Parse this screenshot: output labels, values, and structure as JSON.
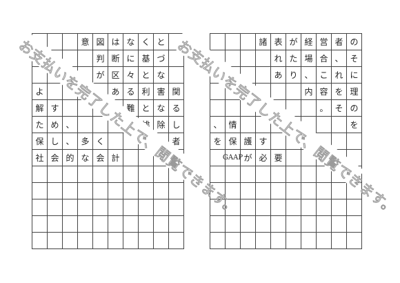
{
  "sheets": [
    {
      "id": "left",
      "rows": [
        [
          "",
          "",
          "",
          "意",
          "図",
          "は",
          "な",
          "く",
          "と",
          ""
        ],
        [
          "",
          "",
          "",
          "",
          "判",
          "断",
          "に",
          "基",
          "づ",
          ""
        ],
        [
          "",
          "",
          "",
          "",
          "が",
          "区",
          "々",
          "と",
          "な",
          ""
        ],
        [
          "よ",
          "",
          "",
          "",
          "",
          "あ",
          "る",
          "利",
          "害",
          "関"
        ],
        [
          "解",
          "す",
          "",
          "",
          "",
          "",
          "難",
          "と",
          "な",
          "る"
        ],
        [
          "た",
          "め",
          "、",
          "",
          "",
          "",
          "",
          "排",
          "除",
          "し"
        ],
        [
          "保",
          "し",
          "、",
          "多",
          "く",
          "",
          "",
          "",
          "",
          "者"
        ],
        [
          "社",
          "会",
          "的",
          "な",
          "会",
          "計",
          "",
          "",
          "",
          ""
        ],
        [
          "",
          "",
          "",
          "",
          "",
          "",
          "",
          "",
          "",
          ""
        ],
        [
          "",
          "",
          "",
          "",
          "",
          "",
          "",
          "",
          "",
          ""
        ],
        [
          "",
          "",
          "",
          "",
          "",
          "",
          "",
          "",
          "",
          ""
        ],
        [
          "",
          "",
          "",
          "",
          "",
          "",
          "",
          "",
          "",
          ""
        ],
        [
          "",
          "",
          "",
          "",
          "",
          "",
          "",
          "",
          "",
          ""
        ]
      ]
    },
    {
      "id": "right",
      "rows": [
        [
          "",
          "",
          "",
          "諸",
          "表",
          "が",
          "経",
          "営",
          "者",
          "の"
        ],
        [
          "",
          "",
          "",
          "",
          "れ",
          "た",
          "場",
          "合",
          "、",
          "そ"
        ],
        [
          "",
          "",
          "",
          "",
          "あ",
          "り",
          "、",
          "こ",
          "れ",
          "に"
        ],
        [
          "",
          "",
          "",
          "",
          "",
          "",
          "内",
          "容",
          "を",
          "理"
        ],
        [
          "",
          "",
          "",
          "",
          "",
          "",
          "",
          "。",
          "そ",
          "の"
        ],
        [
          "、",
          "情",
          "",
          "",
          "",
          "",
          "",
          "",
          "",
          "を"
        ],
        [
          "を",
          "保",
          "護",
          "す",
          "",
          "",
          "",
          "",
          "",
          ""
        ],
        [
          "",
          "GAAP",
          "が",
          "必",
          "要",
          "",
          "",
          "",
          "",
          ""
        ],
        [
          "",
          "",
          "",
          "",
          "",
          "",
          "",
          "",
          "",
          ""
        ],
        [
          "",
          "",
          "",
          "",
          "",
          "",
          "",
          "",
          "",
          ""
        ],
        [
          "",
          "",
          "",
          "",
          "",
          "",
          "",
          "",
          "",
          ""
        ],
        [
          "",
          "",
          "",
          "",
          "",
          "",
          "",
          "",
          "",
          ""
        ],
        [
          "",
          "",
          "",
          "",
          "",
          "",
          "",
          "",
          "",
          ""
        ]
      ]
    }
  ],
  "watermark": {
    "text": "お支払いを完了した上で、閲覧できます。",
    "color": "#9a9a9a"
  }
}
